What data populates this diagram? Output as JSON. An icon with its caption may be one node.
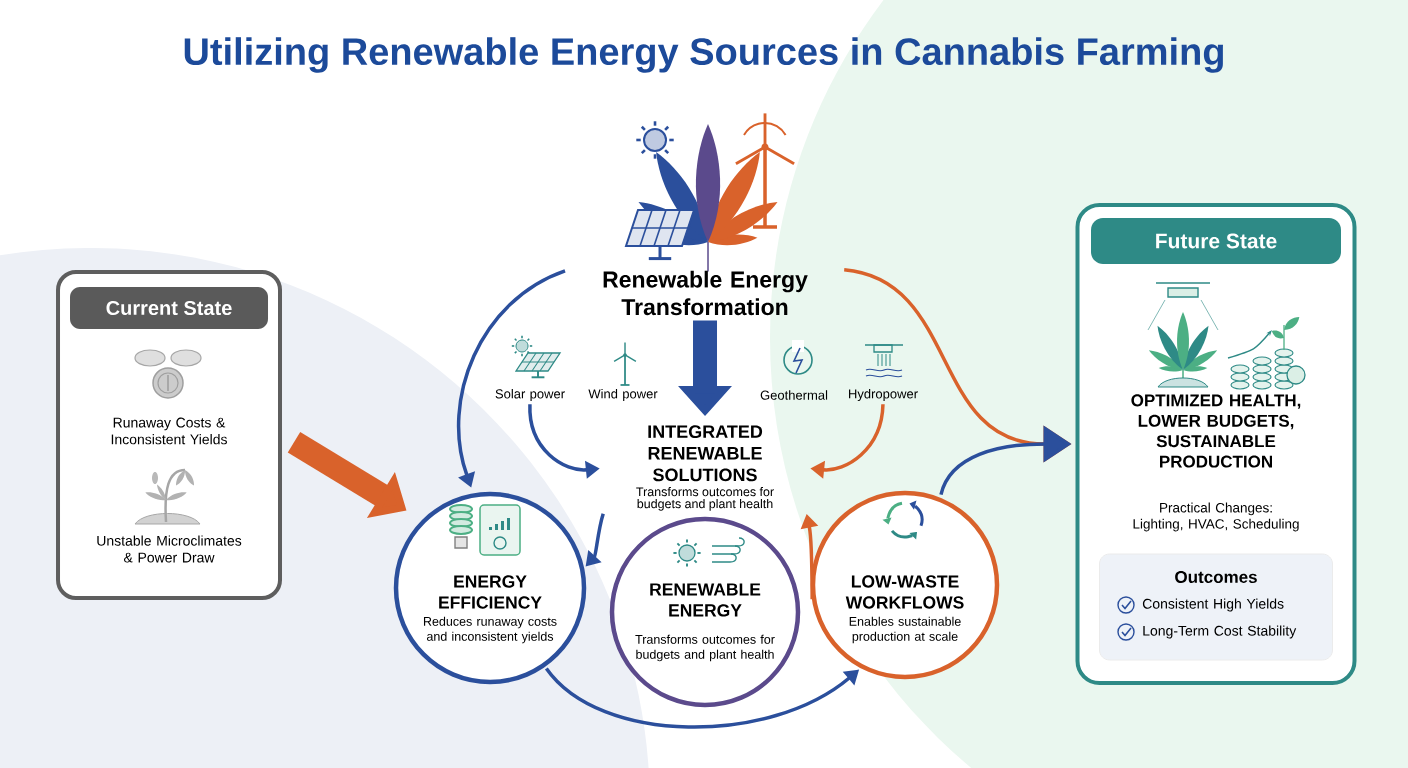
{
  "diagram": {
    "title": "Utilizing Renewable Energy Sources in Cannabis Farming",
    "nodes": [
      {
        "text": [
          "Current State",
          "Runaway Costs & Inconsistent Yields",
          "Unstable Microclimates & Power Draw"
        ]
      },
      {
        "text": [
          "Renewable Energy Transformation"
        ]
      },
      {
        "text": [
          "Solar power"
        ]
      },
      {
        "text": [
          "Wind power"
        ]
      },
      {
        "text": [
          "Geothermal"
        ]
      },
      {
        "text": [
          "Hydropower"
        ]
      },
      {
        "text": [
          "INTEGRATED RENEWABLE SOLUTIONS",
          "Transforms outcomes for budgets and plant health"
        ]
      },
      {
        "text": [
          "ENERGY EFFICIENCY",
          "Reduces runaway costs and inconsistent yields"
        ]
      },
      {
        "text": [
          "RENEWABLE ENERGY",
          "Transforms outcomes for budgets and plant health"
        ]
      },
      {
        "text": [
          "LOW-WASTE WORKFLOWS",
          "Enables sustainable production at scale"
        ]
      },
      {
        "text": [
          "Future State",
          "OPTIMIZED HEALTH, LOWER BUDGETS, SUSTAINABLE PRODUCTION",
          "Practical Changes: Lighting, HVAC, Scheduling"
        ]
      },
      {
        "text": [
          "Outcomes",
          "Consistent High Yields",
          "Long-Term Cost Stability"
        ],
        "in": 10
      }
    ],
    "edges": [
      {
        "from": 0,
        "to": 7,
        "arrow": "to",
        "style": "thick",
        "color": "#d9622b"
      },
      {
        "from": 1,
        "to": 7,
        "arrow": "to"
      },
      {
        "from": 1,
        "to": 6,
        "arrow": "to",
        "style": "thick"
      },
      {
        "from": 2,
        "to": 6,
        "arrow": "to"
      },
      {
        "from": 5,
        "to": 6,
        "arrow": "to",
        "color": "#d9622b"
      },
      {
        "from": 6,
        "to": 7,
        "arrow": "to"
      },
      {
        "from": 9,
        "to": 6,
        "arrow": "to",
        "color": "#d9622b"
      },
      {
        "from": 7,
        "to": 9,
        "arrow": "to"
      },
      {
        "from": 1,
        "to": 10,
        "arrow": "to",
        "color": "#d9622b"
      },
      {
        "from": 9,
        "to": 10,
        "arrow": "to"
      }
    ]
  }
}
